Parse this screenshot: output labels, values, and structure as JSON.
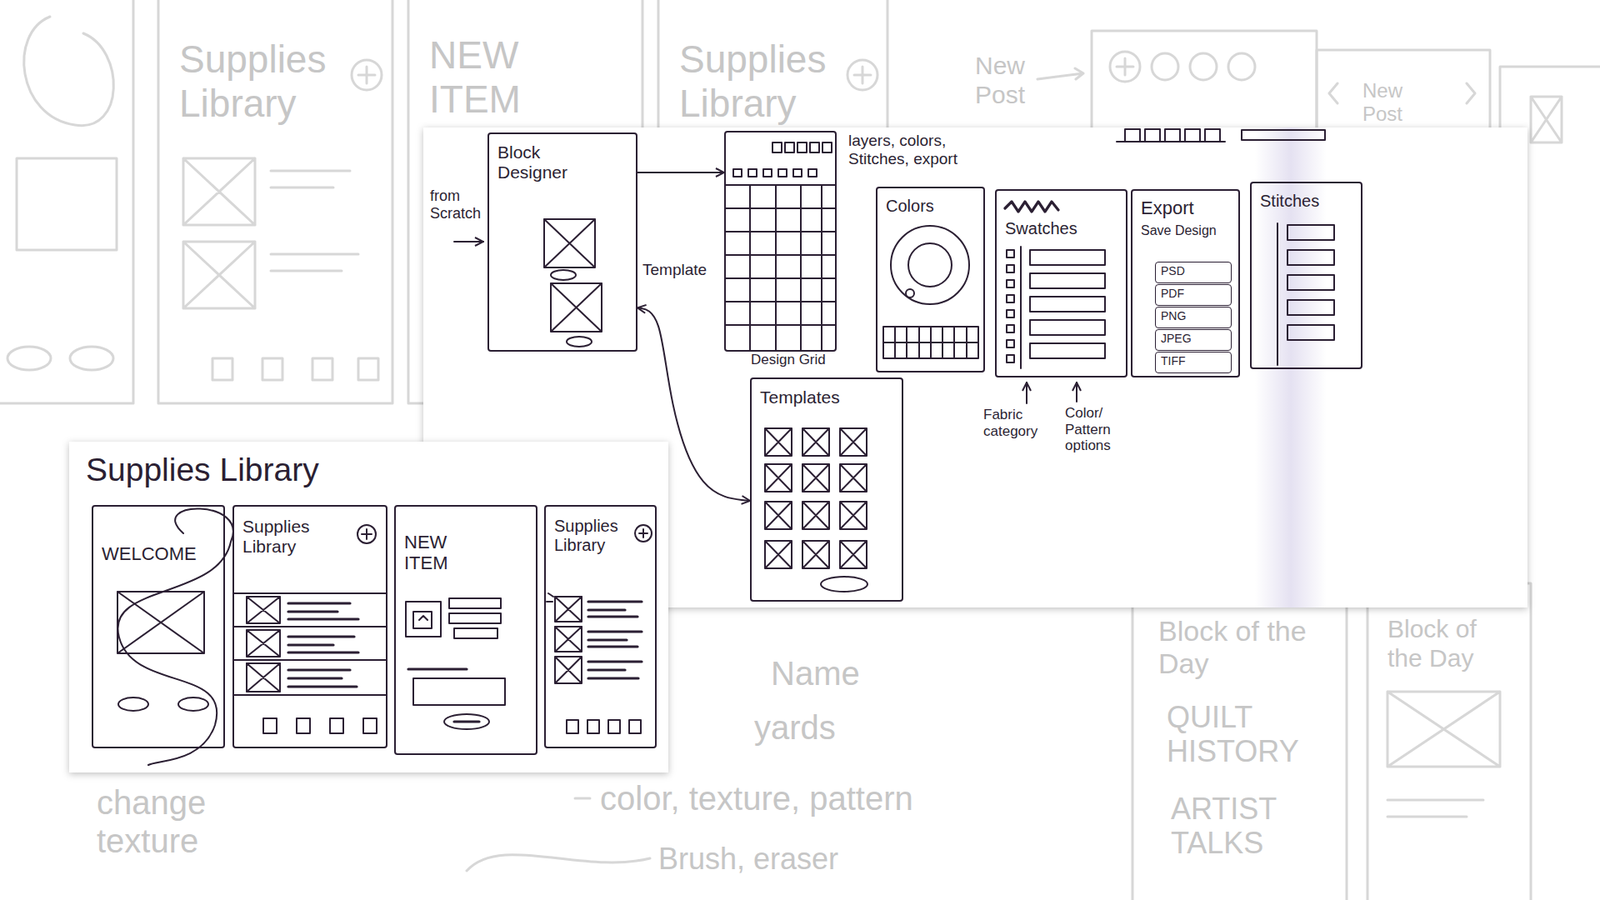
{
  "diagram": {
    "nodes": [
      {
        "text": [
          "Block Designer"
        ]
      },
      {
        "text": [
          "Design Grid"
        ]
      },
      {
        "text": [
          "Templates"
        ]
      },
      {
        "text": [
          "Colors"
        ]
      },
      {
        "text": [
          "Swatches"
        ]
      },
      {
        "text": [
          "Export",
          "Save Design"
        ]
      },
      {
        "text": [
          "PSD"
        ],
        "in": 5
      },
      {
        "text": [
          "PDF"
        ],
        "in": 5
      },
      {
        "text": [
          "PNG"
        ],
        "in": 5
      },
      {
        "text": [
          "JPEG"
        ],
        "in": 5
      },
      {
        "text": [
          "TIFF"
        ],
        "in": 5
      },
      {
        "text": [
          "Stitches"
        ]
      },
      {
        "text": [
          "Supplies Library"
        ]
      },
      {
        "text": [
          "WELCOME"
        ],
        "in": 12
      },
      {
        "text": [
          "Supplies Library"
        ],
        "in": 12
      },
      {
        "text": [
          "NEW ITEM"
        ],
        "in": 12
      },
      {
        "text": [
          "Supplies Library"
        ],
        "in": 12
      }
    ],
    "edges": [
      {
        "from": 0,
        "to": 1,
        "arrow": "to"
      },
      {
        "from": 0,
        "to": 2,
        "label": "Template",
        "arrow": "both"
      }
    ],
    "labels": [
      "Supplies Library",
      "NEW ITEM",
      "Supplies Library",
      "New Post",
      "New Post",
      "layers, colors, Stitches, export",
      "from Scratch",
      "Fabric category",
      "Color/ Pattern options",
      "Name",
      "yards",
      "Block of the Day",
      "Block of the Day",
      "color, texture, pattern",
      "QUILT HISTORY",
      "change texture",
      "Brush, eraser",
      "ARTIST TALKS"
    ]
  }
}
